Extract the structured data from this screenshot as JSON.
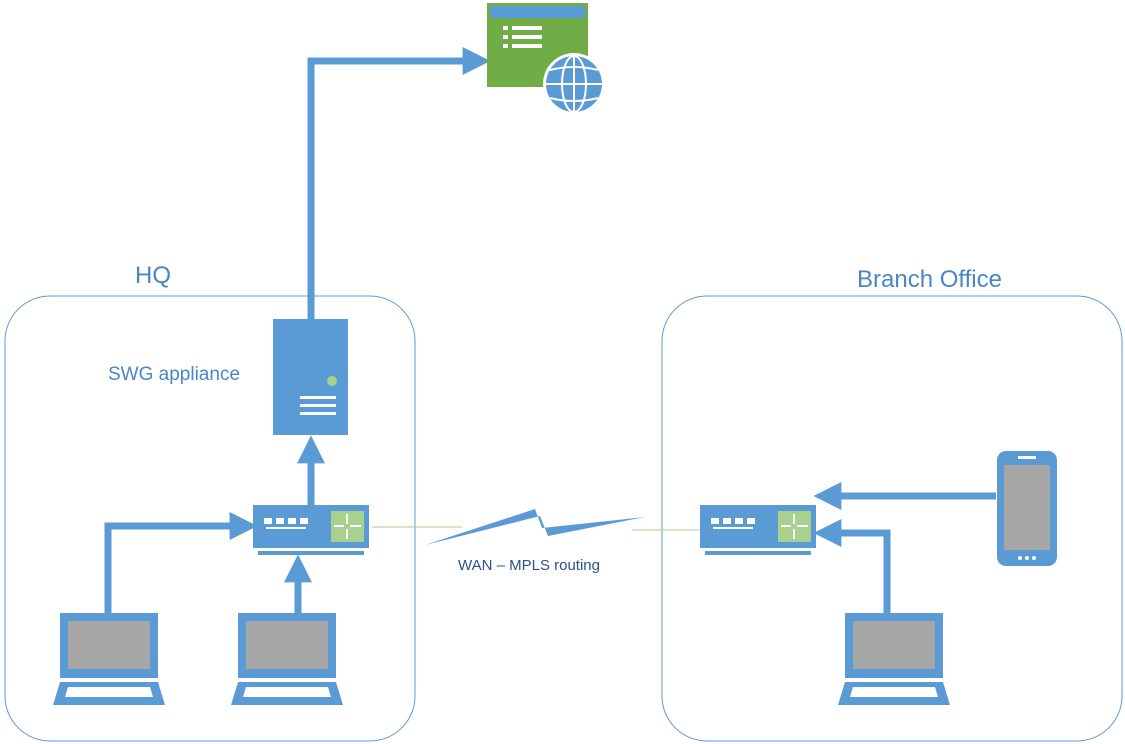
{
  "labels": {
    "hq": "HQ",
    "branch": "Branch Office",
    "swg": "SWG appliance",
    "wan": "WAN – MPLS routing"
  },
  "colors": {
    "device_blue": "#5b9bd5",
    "arrow_blue": "#5b9bd5",
    "box_border": "#5b9bd5",
    "label_blue": "#4a86c5",
    "screen_gray": "#a6a6a6",
    "router_green": "#a9d18e",
    "web_green": "#70ad47",
    "wan_line_green": "#a9d18e",
    "wan_text": "#2f4f8f"
  },
  "icons": {
    "web": "web-application-globe-icon",
    "server": "server-icon",
    "router": "router-switch-icon",
    "laptop": "laptop-icon",
    "phone": "smartphone-icon",
    "wan": "lightning-link-icon"
  }
}
